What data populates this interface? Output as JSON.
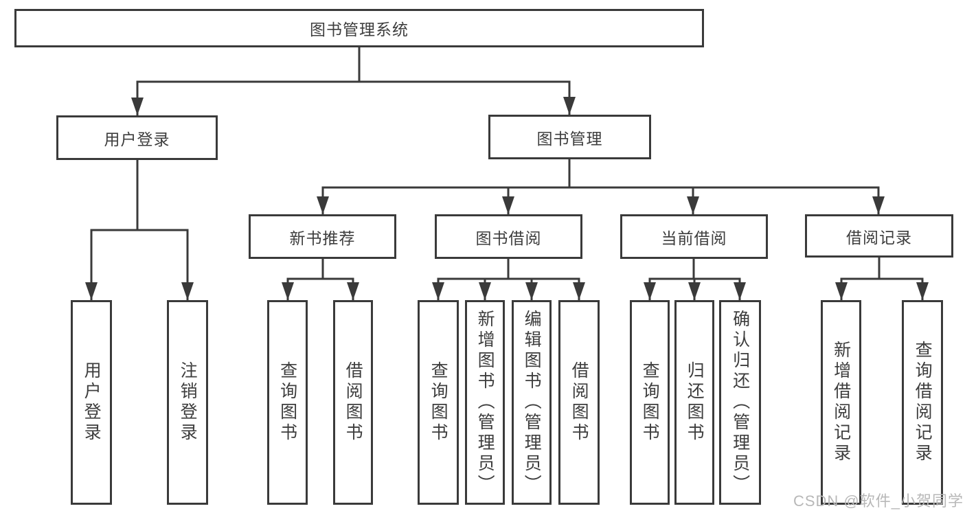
{
  "diagram": {
    "root": {
      "label": "图书管理系统"
    },
    "branches": [
      {
        "label": "用户登录",
        "children": [
          {
            "label": "用户登录"
          },
          {
            "label": "注销登录"
          }
        ]
      },
      {
        "label": "图书管理",
        "children": [
          {
            "label": "新书推荐",
            "children": [
              {
                "label": "查询图书"
              },
              {
                "label": "借阅图书"
              }
            ]
          },
          {
            "label": "图书借阅",
            "children": [
              {
                "label": "查询图书"
              },
              {
                "label": "新增图书（管理员）"
              },
              {
                "label": "编辑图书（管理员）"
              },
              {
                "label": "借阅图书"
              }
            ]
          },
          {
            "label": "当前借阅",
            "children": [
              {
                "label": "查询图书"
              },
              {
                "label": "归还图书"
              },
              {
                "label": "确认归还（管理员）"
              }
            ]
          },
          {
            "label": "借阅记录",
            "children": [
              {
                "label": "新增借阅记录"
              },
              {
                "label": "查询借阅记录"
              }
            ]
          }
        ]
      }
    ]
  },
  "watermark": {
    "text": "CSDN @软件_小贺同学"
  },
  "colors": {
    "line": "#3a3a3a",
    "text": "#3d3d3d",
    "watermark": "#b8b8b8",
    "background": "#ffffff"
  }
}
